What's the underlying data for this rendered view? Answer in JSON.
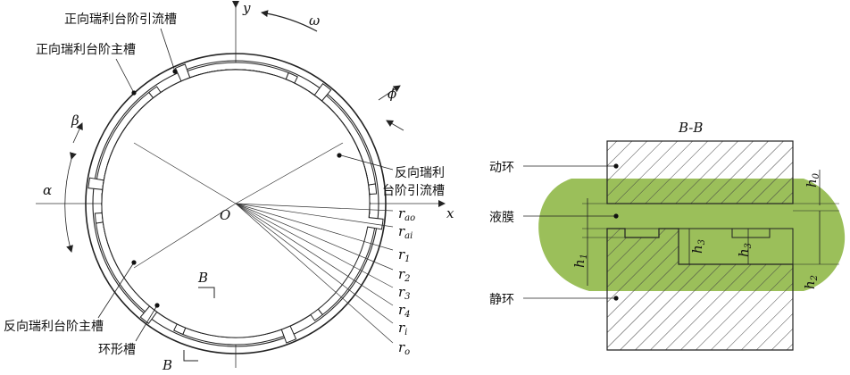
{
  "left_view": {
    "labels": {
      "forward_guide_groove": "正向瑞利台阶引流槽",
      "forward_main_groove": "正向瑞利台阶主槽",
      "reverse_guide_groove_line1": "反向瑞利",
      "reverse_guide_groove_line2": "台阶引流槽",
      "reverse_main_groove": "反向瑞利台阶主槽",
      "annular_groove": "环形槽"
    },
    "symbols": {
      "y": "y",
      "x": "x",
      "omega": "ω",
      "phi": "ϕ",
      "beta": "β",
      "alpha": "α",
      "origin": "O",
      "section_top": "B",
      "section_bottom": "B"
    },
    "radii": [
      {
        "base": "r",
        "sub": "ao"
      },
      {
        "base": "r",
        "sub": "ai"
      },
      {
        "base": "r",
        "sub": "1"
      },
      {
        "base": "r",
        "sub": "2"
      },
      {
        "base": "r",
        "sub": "3"
      },
      {
        "base": "r",
        "sub": "4"
      },
      {
        "base": "r",
        "sub": "i"
      },
      {
        "base": "r",
        "sub": "o"
      }
    ]
  },
  "right_view": {
    "title": "B-B",
    "labels": {
      "rotating_ring": "动环",
      "liquid_film": "液膜",
      "stationary_ring": "静环"
    },
    "heights": [
      {
        "base": "h",
        "sub": "0"
      },
      {
        "base": "h",
        "sub": "1"
      },
      {
        "base": "h",
        "sub": "2"
      },
      {
        "base": "h",
        "sub": "3"
      },
      {
        "base": "h",
        "sub": "3"
      }
    ]
  },
  "colors": {
    "film": "#9bbf5a",
    "line": "#222222"
  }
}
